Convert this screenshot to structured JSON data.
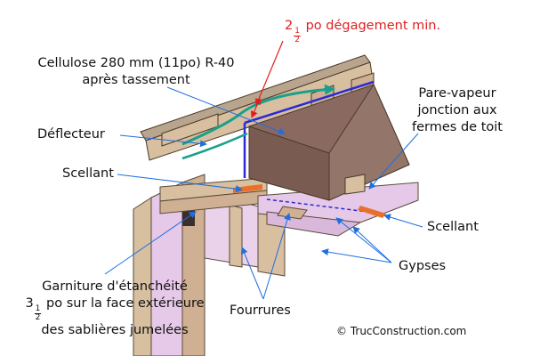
{
  "labels": {
    "clearance": {
      "whole": "2",
      "num": "1",
      "den": "2",
      "text": "po dégagement min."
    },
    "cellulose": {
      "line1": "Cellulose 280 mm (11po) R-40",
      "line2": "après tassement"
    },
    "baffle": "Déflecteur",
    "sealant_left": "Scellant",
    "vapor_barrier": {
      "line1": "Pare-vapeur",
      "line2": "jonction aux",
      "line3": "fermes de toit"
    },
    "sealant_right": "Scellant",
    "gasket": {
      "line1": "Garniture d'étanchéité",
      "whole": "3",
      "num": "1",
      "den": "2",
      "line2": "po sur la face extérieure",
      "line3": "des sablières jumelées"
    },
    "gypsum": "Gypses",
    "furring": "Fourrures",
    "copyright": "© TrucConstruction.com"
  },
  "colors": {
    "insulation": "#8a6a60",
    "vapor_barrier": "#2a2ad6",
    "airflow_arrow": "#1aa08a",
    "leader_lines": "#1e6fe0",
    "clearance_arrow": "#e02020",
    "gypsum": "#e6c8e8",
    "wood": "#d7bfa0"
  }
}
